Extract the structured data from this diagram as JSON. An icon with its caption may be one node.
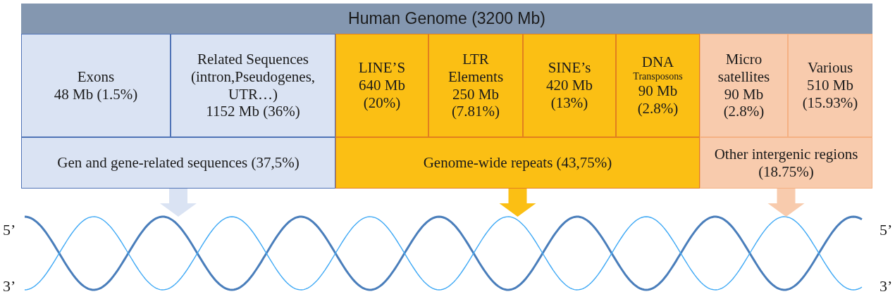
{
  "diagram": {
    "nodes": [
      {
        "text": [
          "Human Genome (3200 Mb)"
        ]
      },
      {
        "text": [
          "Exons",
          "48 Mb (1.5%)"
        ]
      },
      {
        "text": [
          "Related Sequences (intron,Pseudogenes, UTR…)",
          "1152 Mb (36%)"
        ]
      },
      {
        "text": [
          "LINE’S",
          "640 Mb (20%)"
        ]
      },
      {
        "text": [
          "LTR Elements",
          "250 Mb (7.81%)"
        ]
      },
      {
        "text": [
          "SINE’s",
          "420 Mb (13%)"
        ]
      },
      {
        "text": [
          "DNA",
          "Transposons",
          "90 Mb (2.8%)"
        ]
      },
      {
        "text": [
          "Micro satellites",
          "90 Mb (2.8%)"
        ]
      },
      {
        "text": [
          "Various",
          "510 Mb (15.93%)"
        ]
      },
      {
        "text": [
          "Gen and gene-related sequences (37,5%)"
        ]
      },
      {
        "text": [
          "Genome-wide repeats (43,75%)"
        ]
      },
      {
        "text": [
          "Other intergenic regions (18.75%)"
        ]
      },
      {
        "text": [],
        "shape": "picture",
        "beside": [
          "5’",
          "5’",
          "3’",
          "3’"
        ]
      }
    ],
    "edges": [
      {
        "from": 9,
        "to": 12,
        "arrow": "to",
        "color": "#dae3f3"
      },
      {
        "from": 10,
        "to": 12,
        "arrow": "to",
        "color": "#fbbf14"
      },
      {
        "from": 11,
        "to": 12,
        "arrow": "to",
        "color": "#f8cbad"
      }
    ]
  }
}
